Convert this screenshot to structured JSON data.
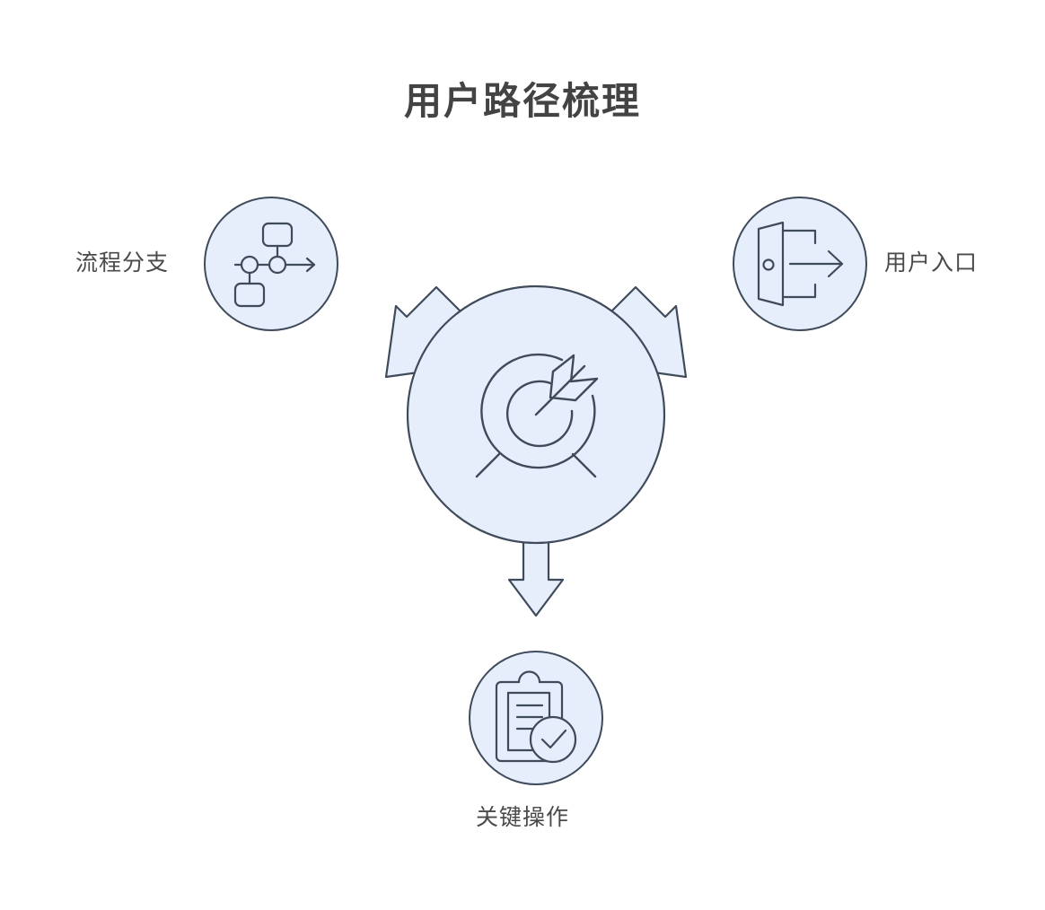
{
  "page": {
    "title": "用户路径梳理",
    "background_color": "#ffffff"
  },
  "theme": {
    "fill_color": "#e6eefb",
    "stroke_color": "#3f4a5a",
    "title_color": "#434343",
    "label_color": "#4a4a4a"
  },
  "center": {
    "icon_name": "target-arrow-icon",
    "label": ""
  },
  "nodes": [
    {
      "id": "flow-branch",
      "label": "流程分支",
      "icon_name": "flow-branch-icon",
      "position": "top-left"
    },
    {
      "id": "user-entry",
      "label": "用户入口",
      "icon_name": "door-exit-icon",
      "position": "top-right"
    },
    {
      "id": "key-action",
      "label": "关键操作",
      "icon_name": "clipboard-check-icon",
      "position": "bottom"
    }
  ],
  "arrows": [
    {
      "id": "arrow-up-left",
      "direction": "up-left"
    },
    {
      "id": "arrow-up-right",
      "direction": "up-right"
    },
    {
      "id": "arrow-down",
      "direction": "down"
    }
  ]
}
